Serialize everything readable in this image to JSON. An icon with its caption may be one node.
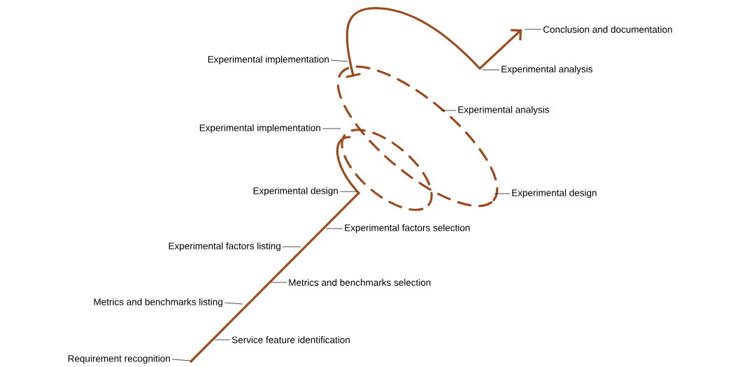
{
  "diagram": {
    "nodes": [
      {
        "text": [
          "Conclusion and documentation"
        ]
      },
      {
        "text": [
          "Experimental analysis"
        ]
      },
      {
        "text": [
          "Experimental implementation"
        ]
      },
      {
        "text": [
          "Experimental analysis"
        ]
      },
      {
        "text": [
          "Experimental implementation"
        ]
      },
      {
        "text": [
          "Experimental design"
        ]
      },
      {
        "text": [
          "Experimental design"
        ]
      },
      {
        "text": [
          "Experimental factors selection"
        ]
      },
      {
        "text": [
          "Experimental factors listing"
        ]
      },
      {
        "text": [
          "Metrics and benchmarks selection"
        ]
      },
      {
        "text": [
          "Metrics and benchmarks listing"
        ]
      },
      {
        "text": [
          "Service feature identification"
        ]
      },
      {
        "text": [
          "Requirement recognition"
        ]
      }
    ],
    "edges": [
      {
        "from": 0,
        "to": null,
        "arrow": "none"
      },
      {
        "from": 1,
        "to": null,
        "arrow": "none"
      },
      {
        "from": 2,
        "to": null,
        "arrow": "none"
      },
      {
        "from": 3,
        "to": null,
        "arrow": "none"
      },
      {
        "from": 4,
        "to": null,
        "arrow": "none"
      },
      {
        "from": 5,
        "to": null,
        "arrow": "none"
      },
      {
        "from": 6,
        "to": null,
        "arrow": "none"
      },
      {
        "from": 7,
        "to": null,
        "arrow": "none"
      },
      {
        "from": 8,
        "to": null,
        "arrow": "none"
      },
      {
        "from": 9,
        "to": null,
        "arrow": "none"
      },
      {
        "from": 10,
        "to": null,
        "arrow": "none"
      },
      {
        "from": 11,
        "to": null,
        "arrow": "none"
      },
      {
        "from": 12,
        "to": null,
        "arrow": "none"
      }
    ]
  }
}
